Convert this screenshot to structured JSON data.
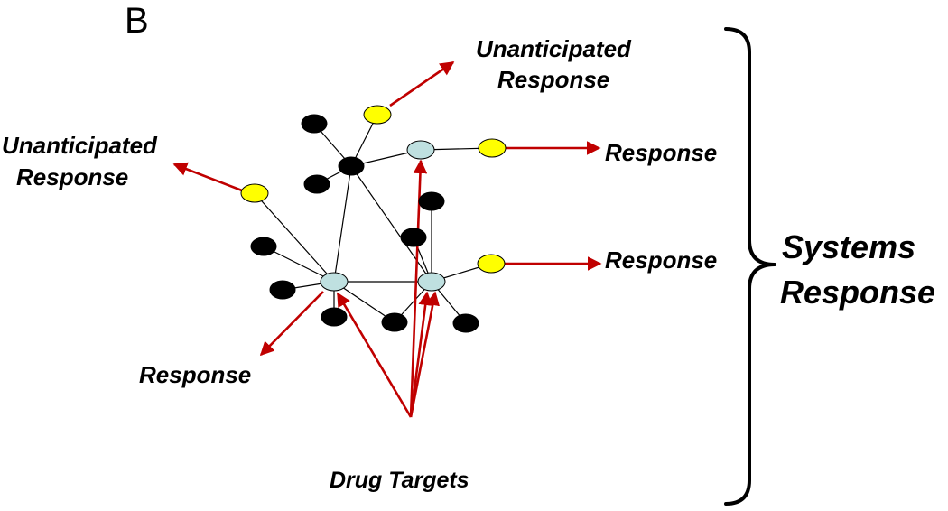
{
  "panel_label": "B",
  "labels": {
    "unanticipated_top": [
      "Unanticipated",
      "Response"
    ],
    "unanticipated_left": [
      "Unanticipated",
      "Response"
    ],
    "response_right_upper": "Response",
    "response_right_lower": "Response",
    "response_bottom_left": "Response",
    "drug_targets": "Drug Targets",
    "systems_response": [
      "Systems",
      "Response"
    ]
  },
  "colors": {
    "arrow": "#c00000",
    "target_node": "#bfe0e0",
    "output_node": "#ffff00",
    "other_node": "#000000"
  }
}
